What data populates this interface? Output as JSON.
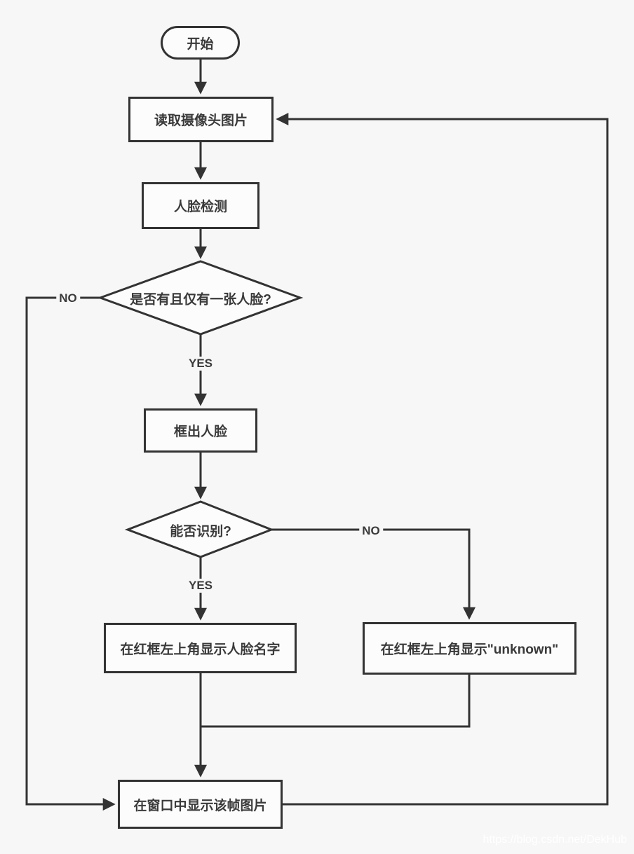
{
  "diagram": {
    "title": "face-recognition-flowchart",
    "background_color": "#f7f7f7",
    "stroke_color": "#333333",
    "node_fill_color": "#fcfcfc",
    "text_color": "#3a3a3a",
    "nodes": {
      "start": {
        "type": "terminator",
        "label": "开始"
      },
      "read_camera": {
        "type": "process",
        "label": "读取摄像头图片"
      },
      "face_detect": {
        "type": "process",
        "label": "人脸检测"
      },
      "single_face": {
        "type": "decision",
        "label": "是否有且仅有一张人脸?"
      },
      "draw_box": {
        "type": "process",
        "label": "框出人脸"
      },
      "recognize": {
        "type": "decision",
        "label": "能否识别?"
      },
      "show_name": {
        "type": "process",
        "label": "在红框左上角显示人脸名字"
      },
      "show_unknown": {
        "type": "process",
        "label": "在红框左上角显示\"unknown\""
      },
      "show_frame": {
        "type": "process",
        "label": "在窗口中显示该帧图片"
      }
    },
    "edges": [
      {
        "from": "start",
        "to": "read_camera",
        "label": ""
      },
      {
        "from": "read_camera",
        "to": "face_detect",
        "label": ""
      },
      {
        "from": "face_detect",
        "to": "single_face",
        "label": ""
      },
      {
        "from": "single_face",
        "to": "show_frame",
        "label": "NO"
      },
      {
        "from": "single_face",
        "to": "draw_box",
        "label": "YES"
      },
      {
        "from": "draw_box",
        "to": "recognize",
        "label": ""
      },
      {
        "from": "recognize",
        "to": "show_unknown",
        "label": "NO"
      },
      {
        "from": "recognize",
        "to": "show_name",
        "label": "YES"
      },
      {
        "from": "show_name",
        "to": "show_frame",
        "label": ""
      },
      {
        "from": "show_unknown",
        "to": "show_frame",
        "label": ""
      },
      {
        "from": "show_frame",
        "to": "read_camera",
        "label": ""
      }
    ],
    "watermark": "https://blog.csdn.net/DekHub"
  }
}
